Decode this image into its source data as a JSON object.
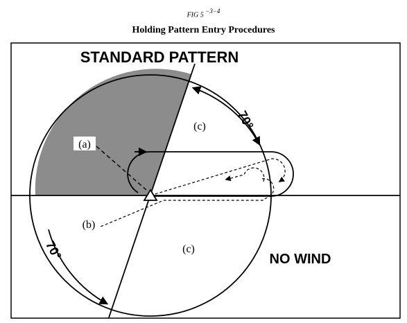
{
  "figure": {
    "number_prefix": "FIG 5",
    "number_suffix": "−3−4",
    "title": "Holding Pattern Entry Procedures"
  },
  "diagram": {
    "heading_top": "STANDARD PATTERN",
    "heading_bottom": "NO WIND",
    "angle_top": "70°",
    "angle_bottom": "70°",
    "sector_a": "(a)",
    "sector_b": "(b)",
    "sector_c_top": "(c)",
    "sector_c_bottom": "(c)",
    "colors": {
      "shaded_sector": "#8c8c8c",
      "line": "#000000",
      "background": "#ffffff"
    }
  }
}
